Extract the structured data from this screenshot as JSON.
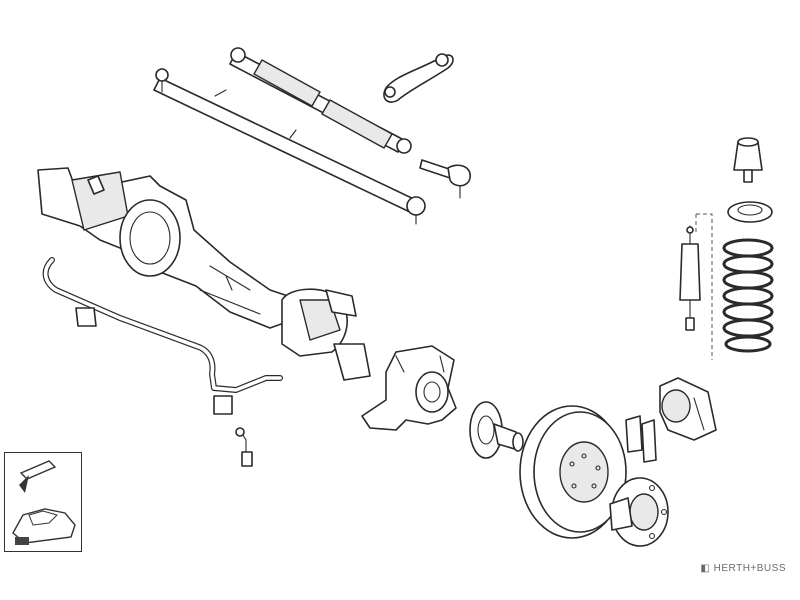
{
  "brand": {
    "watermark": "HERTH+BUSS"
  },
  "parts": [
    "tie-rod",
    "steering-damper",
    "pitman-arm",
    "tie-rod-end",
    "axle-housing",
    "stabilizer-bar",
    "stabilizer-bushing",
    "stabilizer-link",
    "steering-knuckle",
    "wheel-hub",
    "brake-disc",
    "brake-caliper",
    "brake-pads",
    "drive-flange",
    "shock-absorber",
    "coil-spring",
    "spring-seat",
    "bump-stop"
  ]
}
